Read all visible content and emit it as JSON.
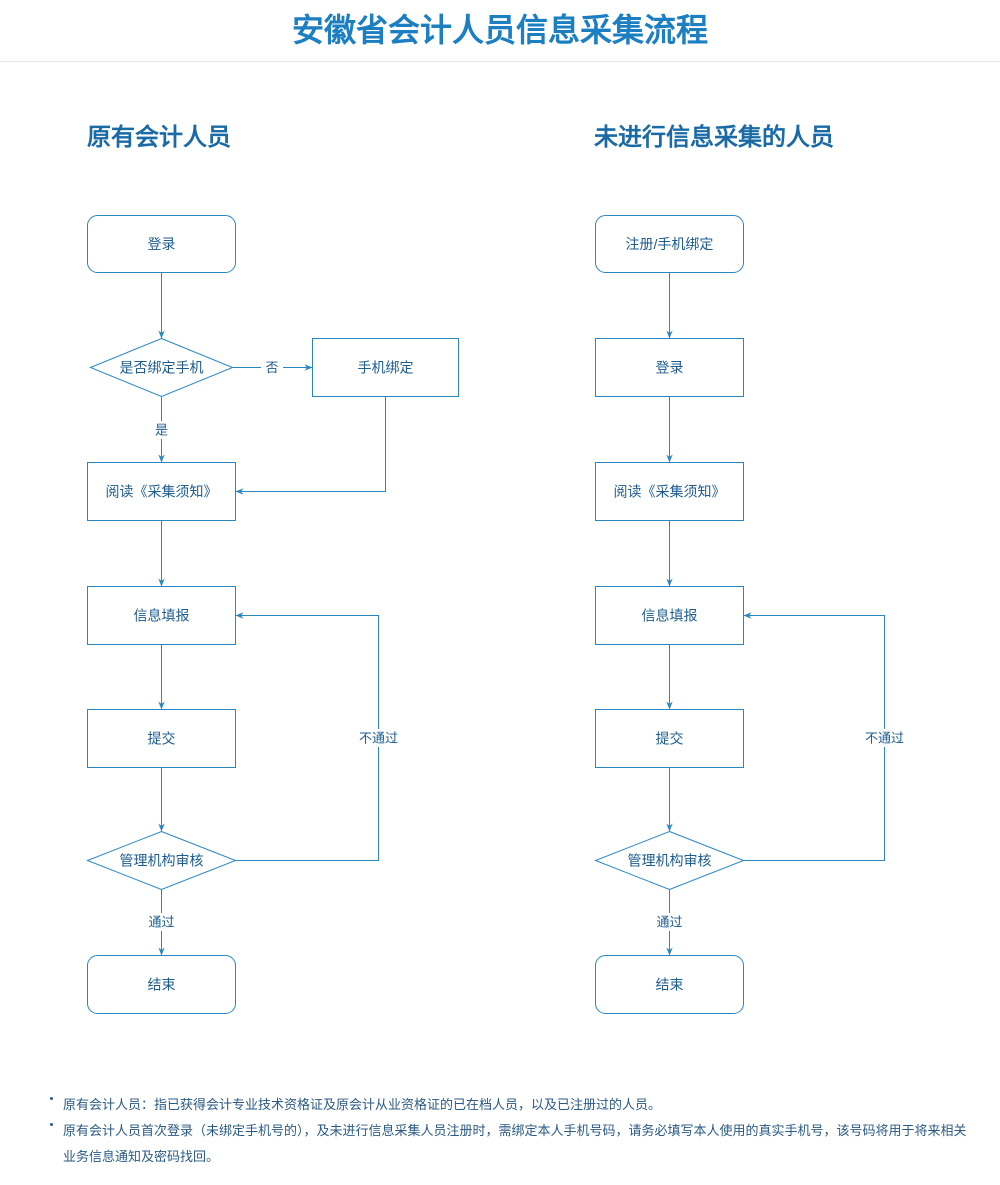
{
  "page": {
    "title": "安徽省会计人员信息采集流程"
  },
  "colors": {
    "title": "#1b7fc1",
    "heading": "#1a6aa6",
    "line": "#2a87c3",
    "node_text": "#1d5c8f",
    "note_text": "#2a5a84"
  },
  "flows": [
    {
      "heading": "原有会计人员",
      "nodes": {
        "start": "登录",
        "check_phone": "是否绑定手机",
        "bind_phone": "手机绑定",
        "read_notice": "阅读《采集须知》",
        "fill_info": "信息填报",
        "submit": "提交",
        "review": "管理机构审核",
        "end": "结束"
      },
      "edge_labels": {
        "no": "否",
        "yes": "是",
        "fail": "不通过",
        "pass": "通过"
      }
    },
    {
      "heading": "未进行信息采集的人员",
      "nodes": {
        "start": "注册/手机绑定",
        "login": "登录",
        "read_notice": "阅读《采集须知》",
        "fill_info": "信息填报",
        "submit": "提交",
        "review": "管理机构审核",
        "end": "结束"
      },
      "edge_labels": {
        "fail": "不通过",
        "pass": "通过"
      }
    }
  ],
  "notes": [
    "原有会计人员：指已获得会计专业技术资格证及原会计从业资格证的已在档人员，以及已注册过的人员。",
    "原有会计人员首次登录（未绑定手机号的），及未进行信息采集人员注册时，需绑定本人手机号码，请务必填写本人使用的真实手机号，该号码将用于将来相关业务信息通知及密码找回。"
  ]
}
